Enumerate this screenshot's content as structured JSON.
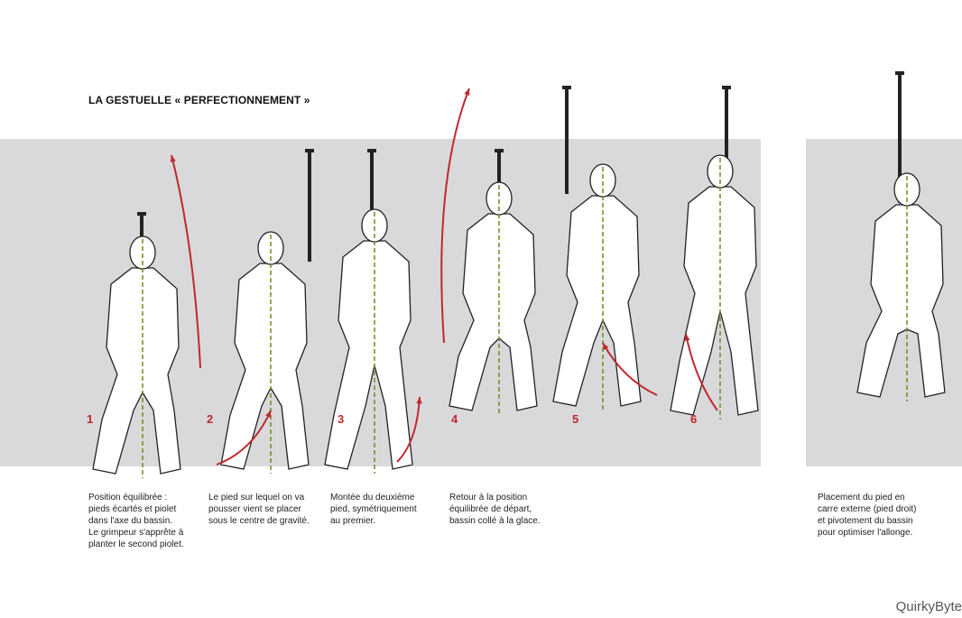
{
  "title": "LA GESTUELLE « PERFECTIONNEMENT »",
  "steps": [
    {
      "number": "1",
      "caption": "Position équilibrée :\npieds écartés et piolet\ndans l'axe du bassin.\nLe grimpeur s'apprête à\nplanter le second piolet."
    },
    {
      "number": "2",
      "caption": "Le pied sur lequel on va\npousser vient se placer\nsous le centre de gravité."
    },
    {
      "number": "3",
      "caption": "Montée du deuxième\npied, symétriquement\nau premier."
    },
    {
      "number": "4",
      "caption": "Retour à la position\néquilibrée de départ,\nbassin collé à la glace."
    },
    {
      "number": "5",
      "caption": ""
    },
    {
      "number": "6",
      "caption": ""
    },
    {
      "number": "",
      "caption": "Placement du pied en\ncarre externe (pied droit)\net pivotement du bassin\npour optimiser l'allonge."
    }
  ],
  "watermark": "QuirkyByte",
  "colors": {
    "panel": "#d9d9db",
    "arrow": "#c0282d",
    "axis": "#6b8e23"
  }
}
